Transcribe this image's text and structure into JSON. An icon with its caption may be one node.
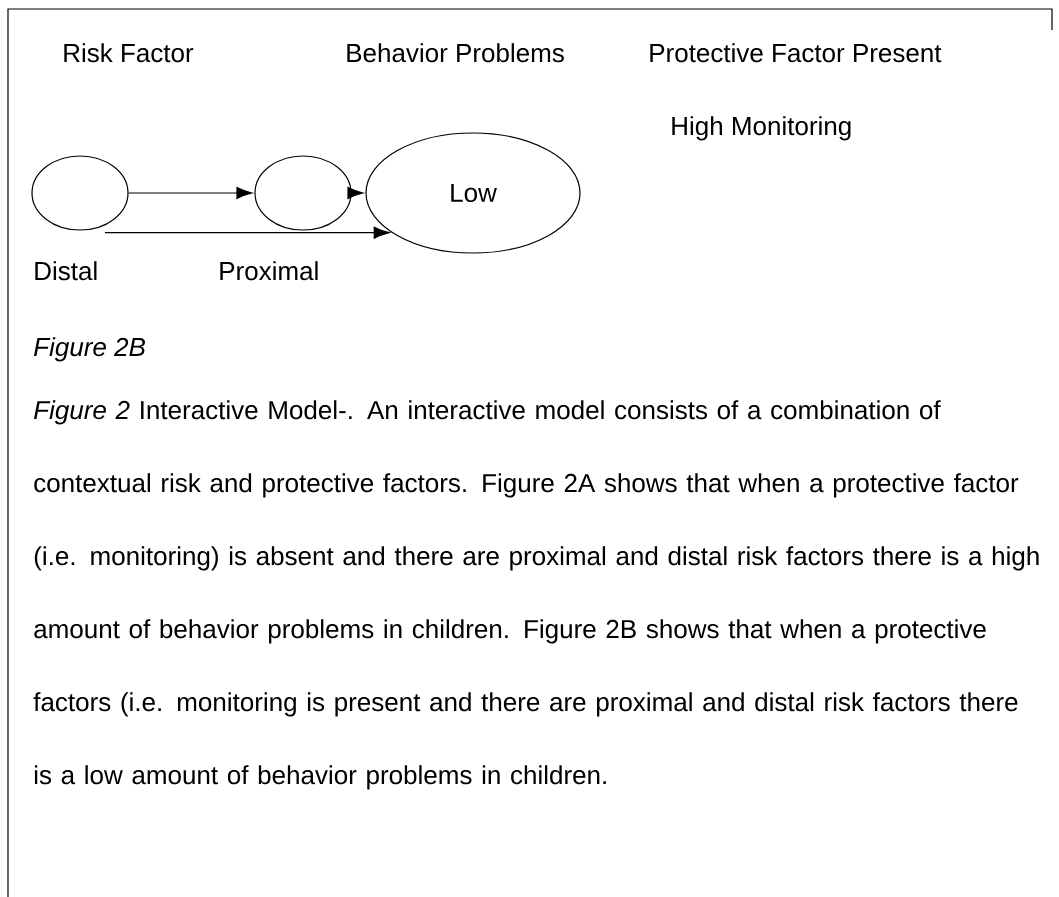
{
  "diagram": {
    "caption": "*Figure 2* Interactive Model-. An interactive model consists of a combination of contextual risk and protective factors. Figure 2A shows that when a protective factor (i.e. monitoring) is absent and there are proximal and distal risk factors there is a high amount of behavior problems in children. Figure 2B shows that when a protective factors (i.e. monitoring is present and there are proximal and distal risk factors there is a low amount of behavior problems in children.",
    "nodes": [
      {
        "text": [],
        "shape": "circle"
      },
      {
        "text": [],
        "shape": "circle"
      },
      {
        "text": [
          "Low"
        ]
      }
    ],
    "edges": [
      {
        "from": 0,
        "to": 1,
        "arrow": "to"
      },
      {
        "from": 1,
        "to": 2,
        "arrow": "to"
      },
      {
        "from": 0,
        "to": 2,
        "arrow": "to"
      }
    ],
    "labels": [
      "Risk Factor",
      "Behavior Problems",
      "Protective Factor Present",
      "High Monitoring",
      "Distal",
      "Proximal",
      "Figure 2B"
    ]
  }
}
